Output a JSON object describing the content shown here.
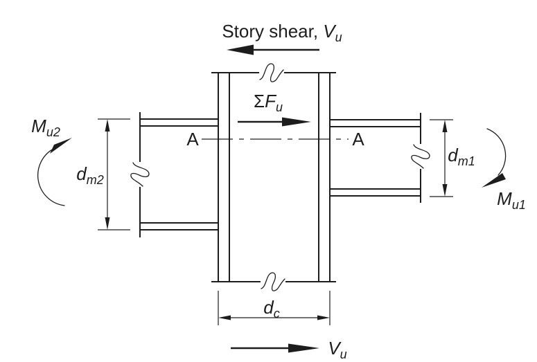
{
  "colors": {
    "ink": "#1d1d1d",
    "background": "#ffffff"
  },
  "labels": {
    "story_shear": {
      "prefix": "Story shear, ",
      "var": "V",
      "sub": "u"
    },
    "sum_force": {
      "prefix": "Σ",
      "var": "F",
      "sub": "u"
    },
    "section_left": {
      "text": "A"
    },
    "section_right": {
      "text": "A"
    },
    "moment_left": {
      "var": "M",
      "sub": "u2"
    },
    "moment_right": {
      "var": "M",
      "sub": "u1"
    },
    "beam_depth_left": {
      "var": "d",
      "sub": "m2"
    },
    "beam_depth_right": {
      "var": "d",
      "sub": "m1"
    },
    "column_depth": {
      "var": "d",
      "sub": "c"
    },
    "column_shear": {
      "var": "V",
      "sub": "u"
    }
  }
}
